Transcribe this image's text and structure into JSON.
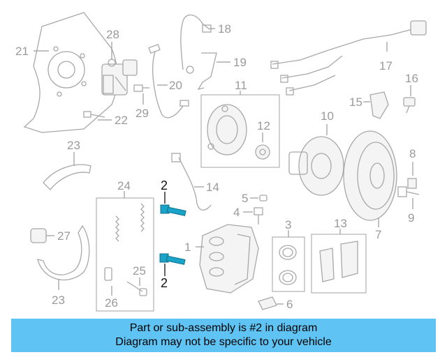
{
  "callouts": {
    "n1": "1",
    "n2a": "2",
    "n2b": "2",
    "n3": "3",
    "n4": "4",
    "n5": "5",
    "n6": "6",
    "n7": "7",
    "n8": "8",
    "n9": "9",
    "n10": "10",
    "n11": "11",
    "n12": "12",
    "n13": "13",
    "n14": "14",
    "n15": "15",
    "n16": "16",
    "n17": "17",
    "n18": "18",
    "n19": "19",
    "n20": "20",
    "n21": "21",
    "n22": "22",
    "n23a": "23",
    "n23b": "23",
    "n24": "24",
    "n25": "25",
    "n26": "26",
    "n27": "27",
    "n28": "28",
    "n29": "29"
  },
  "highlight": {
    "part_number": "2",
    "color": "#1aa3c8"
  },
  "banner": {
    "line1": "Part or sub-assembly is #2 in diagram",
    "line2": "Diagram may not be specific to your vehicle",
    "background": "#5fc3f3"
  },
  "icons": [
    "dust-shield-icon",
    "caliper-icon",
    "rotor-icon",
    "brake-shoe-icon",
    "bolt-icon",
    "brake-pad-icon",
    "wear-sensor-icon"
  ]
}
